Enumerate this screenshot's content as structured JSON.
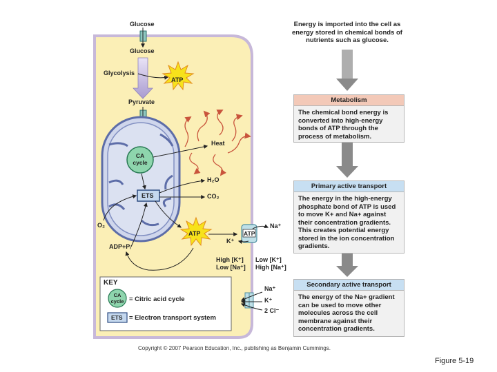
{
  "labels": {
    "glucose_outside": "Glucose",
    "glucose_inside": "Glucose",
    "glycolysis": "Glycolysis",
    "atp_glycolysis": "ATP",
    "pyruvate": "Pyruvate",
    "heat": "Heat",
    "ca_cycle": "CA cycle",
    "ets": "ETS",
    "h2o": "H₂O",
    "co2": "CO₂",
    "o2": "O₂",
    "atp_main": "ATP",
    "adp_pi": "ADP+Pᵢ",
    "atp_pump": "ATP",
    "na_out": "Na⁺",
    "k_in": "K⁺",
    "high_k": "High [K⁺]",
    "low_na": "Low [Na⁺]",
    "low_k": "Low  [K⁺]",
    "high_na": "High [Na⁺]",
    "na_sec": "Na⁺",
    "k_sec": "K⁺",
    "cl_sec": "2 Cl⁻"
  },
  "key": {
    "title": "KEY",
    "ca_icon": "CA cycle",
    "ca_desc": "= Citric acid cycle",
    "ets_icon": "ETS",
    "ets_desc": "= Electron transport system"
  },
  "right_panel": {
    "intro": "Energy is imported into the cell as energy stored in chemical bonds of nutrients such as glucose.",
    "boxes": [
      {
        "title": "Metabolism",
        "body": "The chemical bond energy is converted into high-energy bonds of ATP through the process of metabolism."
      },
      {
        "title": "Primary active transport",
        "body": "The energy in the high-energy phosphate bond of ATP is used to move K+ and Na+ against their concentration gradients. This creates potential energy stored in the ion concentration gradients."
      },
      {
        "title": "Secondary active transport",
        "body": "The energy of the Na+ gradient can be used to move other molecules across the cell membrane against their concentration gradients."
      }
    ]
  },
  "footer": {
    "copyright": "Copyright © 2007 Pearson Education, Inc., publishing as Benjamin Cummings.",
    "figure": "Figure 5-19"
  },
  "colors": {
    "cell_fill": "#fbefb6",
    "cell_border": "#c7b8d9",
    "mito_fill": "#cfd6ec",
    "mito_border": "#5d6da8",
    "atp_star": "#f7e21b",
    "metabolism_head": "#f3c9b8",
    "transport_head": "#c7dff2",
    "box_body": "#f1f1f1",
    "arrow_gray": "#8a8a8a",
    "heat_red": "#d0604a"
  }
}
